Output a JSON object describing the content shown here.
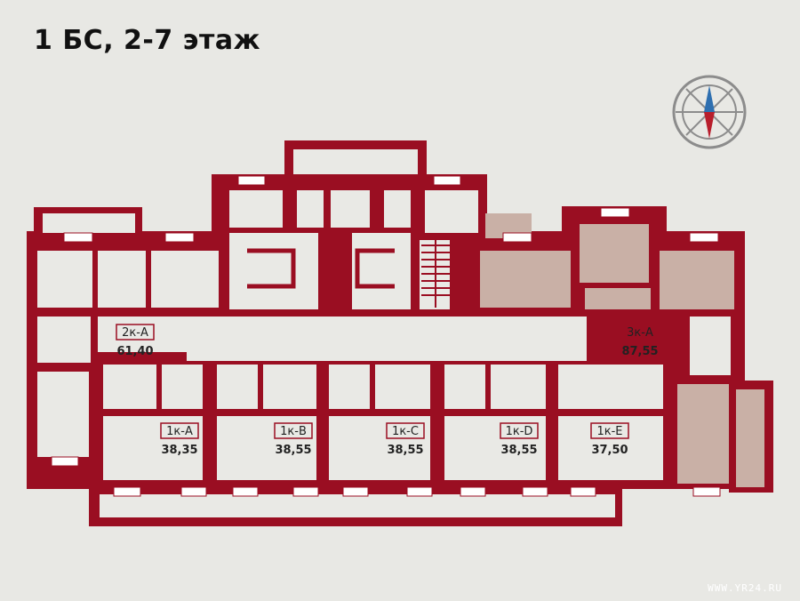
{
  "title": "1 БС, 2-7 этаж",
  "watermark": "WWW.YR24.RU",
  "colors": {
    "wall": "#9a0e22",
    "background": "#e8e8e4",
    "room_fill": "#e9e9e5",
    "highlight_fill": "#c9b0a6",
    "compass_ring": "#8c8c8c",
    "compass_north": "#2e6fb0",
    "compass_south": "#b81e2c"
  },
  "compass": {
    "icon": "compass-rose-icon"
  },
  "apartments": [
    {
      "code": "2к-A",
      "area": "61,40"
    },
    {
      "code": "3к-A",
      "area": "87,55",
      "highlighted": true
    },
    {
      "code": "1к-A",
      "area": "38,35"
    },
    {
      "code": "1к-B",
      "area": "38,55"
    },
    {
      "code": "1к-C",
      "area": "38,55"
    },
    {
      "code": "1к-D",
      "area": "38,55"
    },
    {
      "code": "1к-E",
      "area": "37,50"
    }
  ]
}
